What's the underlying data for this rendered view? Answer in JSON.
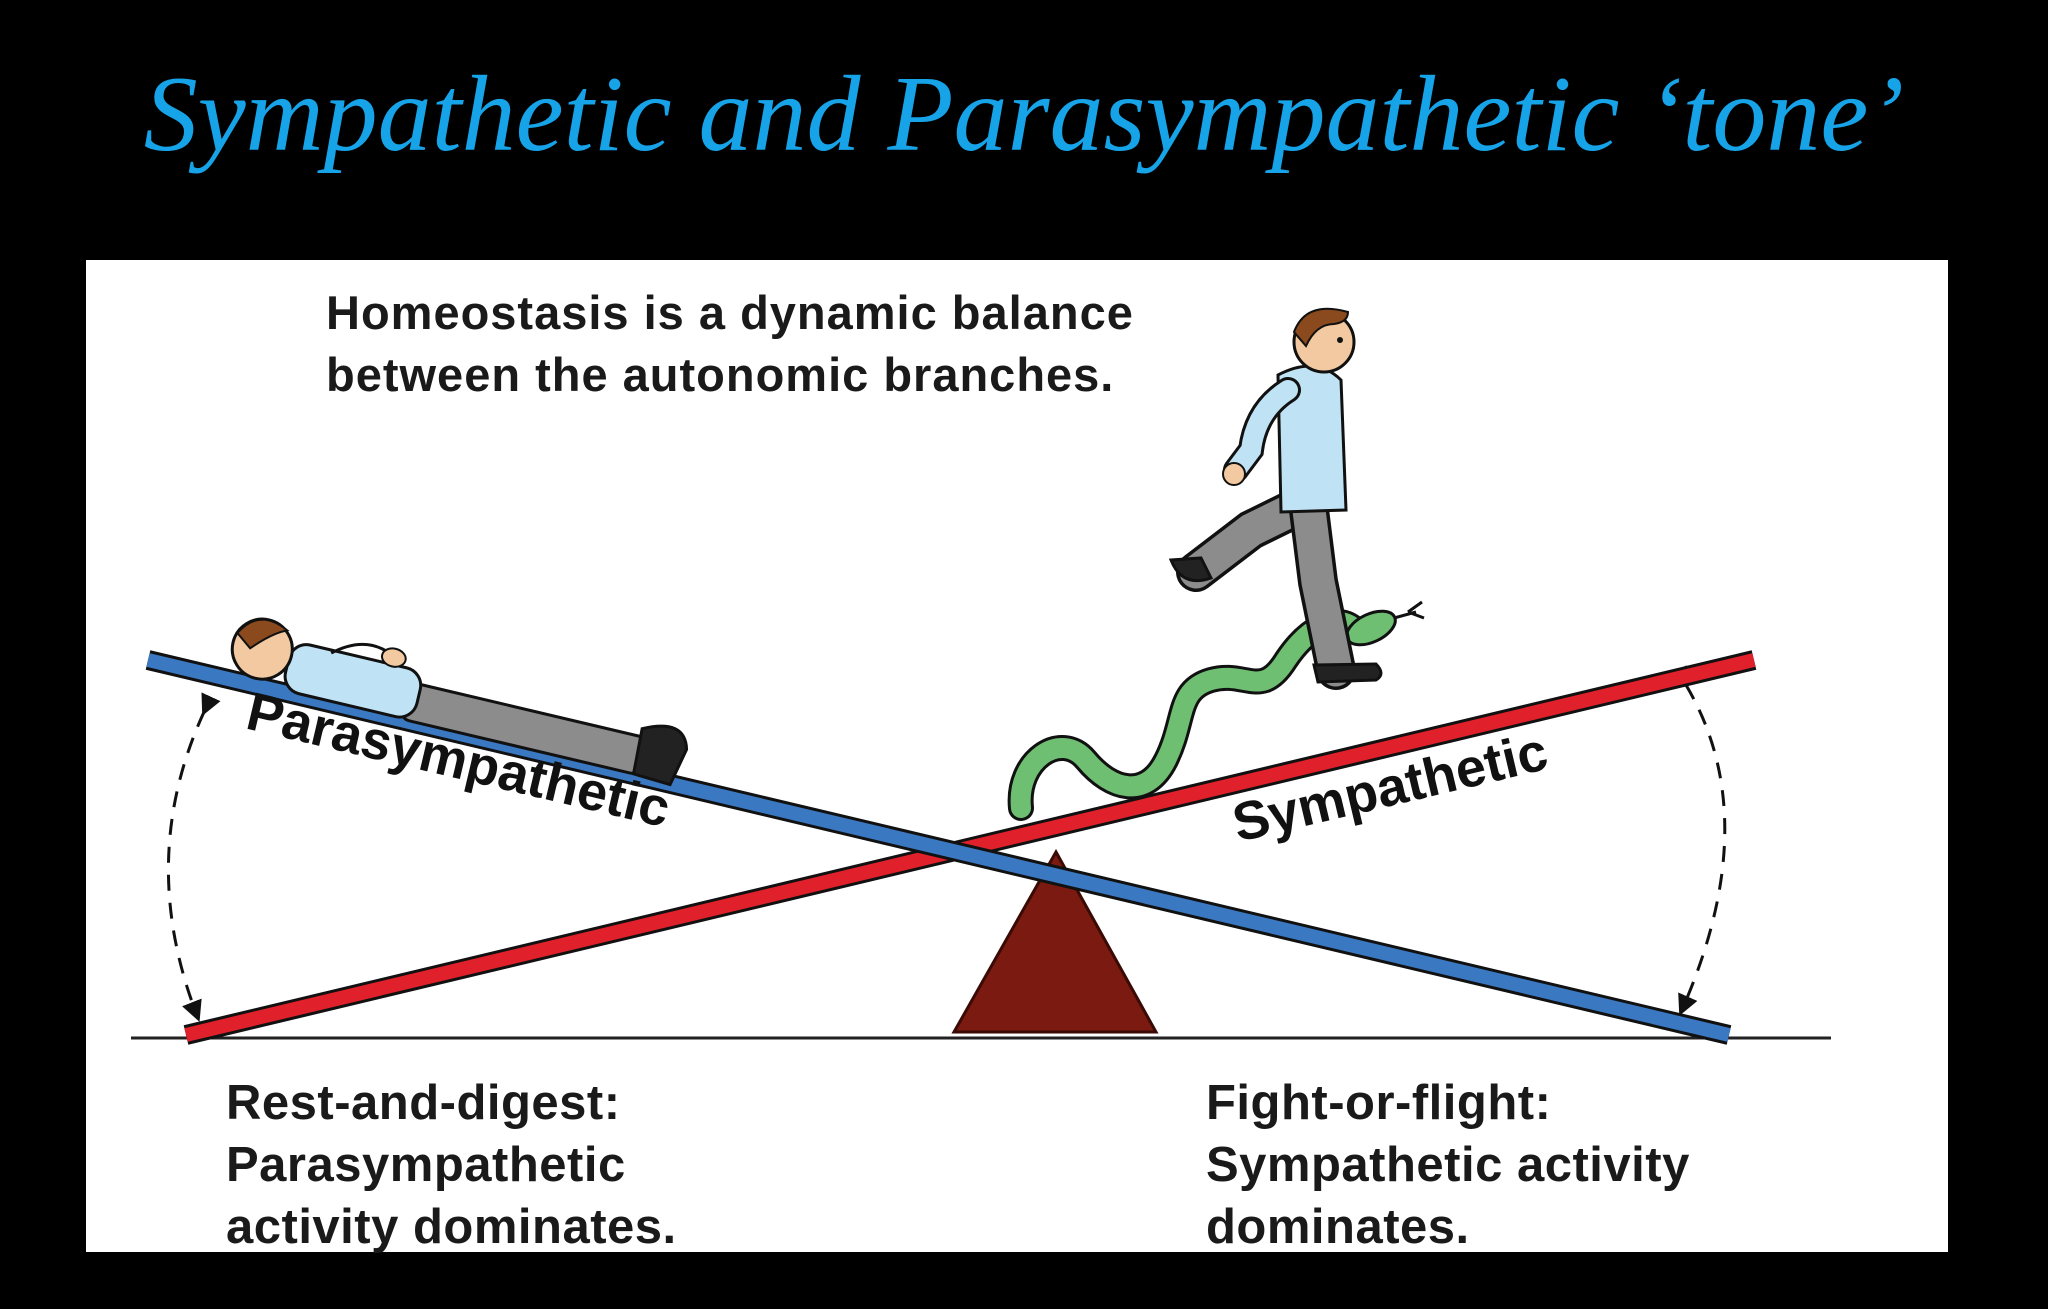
{
  "title": "Sympathetic and Parasympathetic ‘tone’",
  "diagram": {
    "header_lines": [
      "Homeostasis is a dynamic balance",
      "between the autonomic branches."
    ],
    "beam_labels": {
      "parasympathetic": "Parasympathetic",
      "sympathetic": "Sympathetic"
    },
    "left_caption_lines": [
      "Rest-and-digest:",
      "Parasympathetic",
      "activity dominates."
    ],
    "right_caption_lines": [
      "Fight-or-flight:",
      "Sympathetic activity",
      "dominates."
    ],
    "colors": {
      "title": "#16a3e8",
      "parasympathetic_beam": "#3b78c2",
      "sympathetic_beam": "#e0202a",
      "fulcrum": "#7a1a10",
      "snake": "#6fbf73",
      "shirt": "#bfe3f5",
      "trousers": "#8c8c8c"
    },
    "icons": [
      "resting-man-icon",
      "running-man-icon",
      "snake-icon",
      "fulcrum-icon",
      "curved-arrow-icon"
    ]
  }
}
